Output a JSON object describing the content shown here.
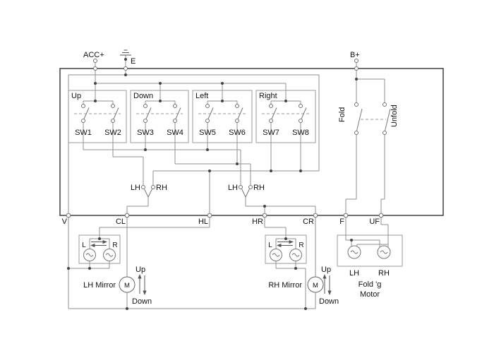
{
  "diagram": {
    "power": {
      "acc_label": "ACC+",
      "ground_label": "E",
      "battery_label": "B+"
    },
    "switch_blocks": [
      {
        "label": "Up",
        "sw_left": "SW1",
        "sw_right": "SW2"
      },
      {
        "label": "Down",
        "sw_left": "SW3",
        "sw_right": "SW4"
      },
      {
        "label": "Left",
        "sw_left": "SW5",
        "sw_right": "SW6"
      },
      {
        "label": "Right",
        "sw_left": "SW7",
        "sw_right": "SW8"
      }
    ],
    "selectors": [
      {
        "left": "LH",
        "right": "RH"
      },
      {
        "left": "LH",
        "right": "RH"
      }
    ],
    "fold_switch": {
      "fold_label": "Fold",
      "unfold_label": "Unfold"
    },
    "terminals": [
      "V",
      "CL",
      "HL",
      "HR",
      "CR",
      "F",
      "UF"
    ],
    "lh_mirror": {
      "title": "LH Mirror",
      "left": "L",
      "right": "R",
      "motor": "M",
      "up": "Up",
      "down": "Down"
    },
    "rh_mirror": {
      "title": "RH Mirror",
      "left": "L",
      "right": "R",
      "motor": "M",
      "up": "Up",
      "down": "Down"
    },
    "fold_motor": {
      "title_line1": "Fold 'g",
      "title_line2": "Motor",
      "left_motor": "LH",
      "right_motor": "RH"
    }
  }
}
